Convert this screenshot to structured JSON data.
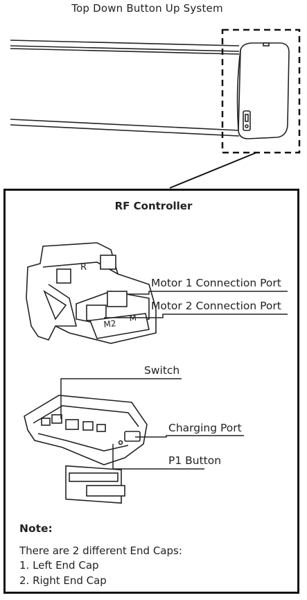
{
  "header": {
    "title": "Top Down Button Up System"
  },
  "panel": {
    "title": "RF Controller"
  },
  "callouts": {
    "motor1": "Motor 1 Connection Port",
    "motor2": "Motor 2 Connection Port",
    "switch": "Switch",
    "charging": "Charging Port",
    "p1": "P1 Button"
  },
  "module_markings": {
    "r": "R",
    "m2": "M2",
    "m": "M"
  },
  "note": {
    "heading": "Note:",
    "intro": "There are 2 different End Caps:",
    "items": [
      "1. Left End Cap",
      "2. Right End Cap"
    ]
  }
}
